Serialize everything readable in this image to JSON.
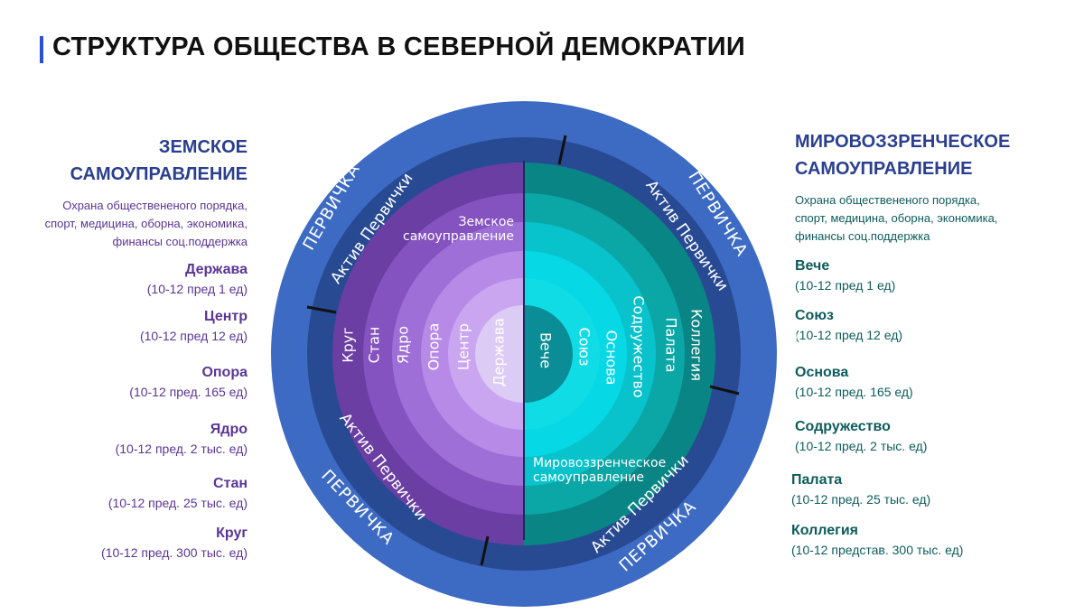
{
  "title": "СТРУКТУРА ОБЩЕСТВА В СЕВЕРНОЙ ДЕМОКРАТИИ",
  "left": {
    "heading_1": "ЗЕМСКОЕ",
    "heading_2": "САМОУПРАВЛЕНИЕ",
    "desc_1": "Охрана обществененого порядка,",
    "desc_2": "спорт, медицина, оборна, экономика,",
    "desc_3": "финансы соц.поддержка",
    "items": [
      {
        "name": "Держава",
        "sub": "(10-12 пред 1 ед)"
      },
      {
        "name": "Центр",
        "sub": "(10-12 пред 12 ед)"
      },
      {
        "name": "Опора",
        "sub": "(10-12 пред. 165 ед)"
      },
      {
        "name": "Ядро",
        "sub": "(10-12 пред. 2 тыс. ед)"
      },
      {
        "name": "Стан",
        "sub": "(10-12 пред. 25 тыс. ед)"
      },
      {
        "name": "Круг",
        "sub": "(10-12 пред. 300 тыс. ед)"
      }
    ]
  },
  "right": {
    "heading_1": "МИРОВОЗЗРЕНЧЕСКОЕ",
    "heading_2": "САМОУПРАВЛЕНИЕ",
    "desc_1": "Охрана обществененого порядка,",
    "desc_2": "спорт, медицина, оборна, экономика,",
    "desc_3": "финансы соц.поддержка",
    "items": [
      {
        "name": "Вече",
        "sub": "(10-12 пред 1 ед)"
      },
      {
        "name": "Союз",
        "sub": "(10-12 пред 12 ед)"
      },
      {
        "name": "Основа",
        "sub": "(10-12 пред. 165 ед)"
      },
      {
        "name": "Содружество",
        "sub": "(10-12 пред. 2 тыс. ед)"
      },
      {
        "name": "Палата",
        "sub": "(10-12 пред. 25 тыс. ед)"
      },
      {
        "name": "Коллегия",
        "sub": "(10-12 представ. 300 тыс. ед)"
      }
    ]
  },
  "diagram": {
    "outer_ring": "ПЕРВИЧКА",
    "second_ring": "Актив Первички",
    "left_title_1": "Земское",
    "left_title_2": "самоуправление",
    "right_title_1": "Мировоззренческое",
    "right_title_2": "самоуправление",
    "left_rings": [
      "Круг",
      "Стан",
      "Ядро",
      "Опора",
      "Центр",
      "Держава"
    ],
    "right_rings": [
      "Вече",
      "Союз",
      "Основа",
      "Содружество",
      "Палата",
      "Коллегия"
    ]
  },
  "colors": {
    "outer": "#3d6bc4",
    "second": "#284a93",
    "left_rings": [
      "#6a3ea3",
      "#8553bf",
      "#9e6fd6",
      "#b78ae8",
      "#cba6f0",
      "#dccbf5"
    ],
    "right_rings": [
      "#0a8585",
      "#0ba7a7",
      "#08c3cc",
      "#06d8e6",
      "#10dce6",
      "#0a8d96"
    ]
  }
}
